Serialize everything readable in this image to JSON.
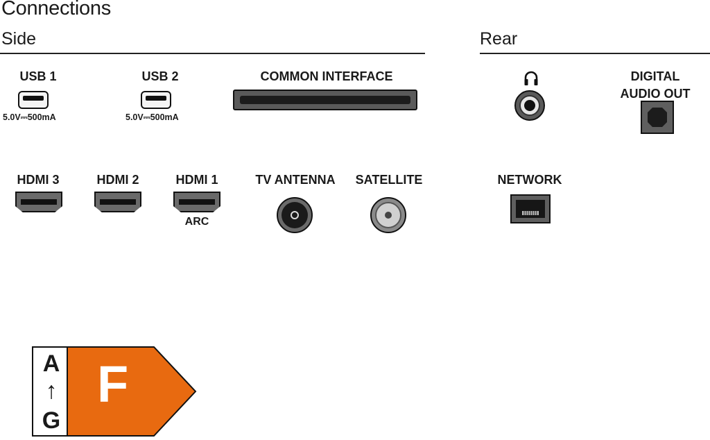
{
  "title": "Connections",
  "sections": {
    "side": "Side",
    "rear": "Rear"
  },
  "side_ports": {
    "usb1": {
      "label": "USB 1",
      "rating": "5.0V⎓500mA"
    },
    "usb2": {
      "label": "USB 2",
      "rating": "5.0V⎓500mA"
    },
    "common_interface": {
      "label": "COMMON INTERFACE"
    },
    "hdmi3": {
      "label": "HDMI 3"
    },
    "hdmi2": {
      "label": "HDMI 2"
    },
    "hdmi1": {
      "label": "HDMI 1",
      "sublabel": "ARC"
    },
    "tv_antenna": {
      "label": "TV ANTENNA"
    },
    "satellite": {
      "label": "SATELLITE"
    }
  },
  "rear_ports": {
    "headphone": {
      "icon": "headphone-icon"
    },
    "digital_audio_out": {
      "label_line1": "DIGITAL",
      "label_line2": "AUDIO OUT"
    },
    "network": {
      "label": "NETWORK"
    }
  },
  "energy_label": {
    "scale_top": "A",
    "arrow": "↑",
    "scale_bottom": "G",
    "rating": "F",
    "rating_color": "#e86a10"
  }
}
